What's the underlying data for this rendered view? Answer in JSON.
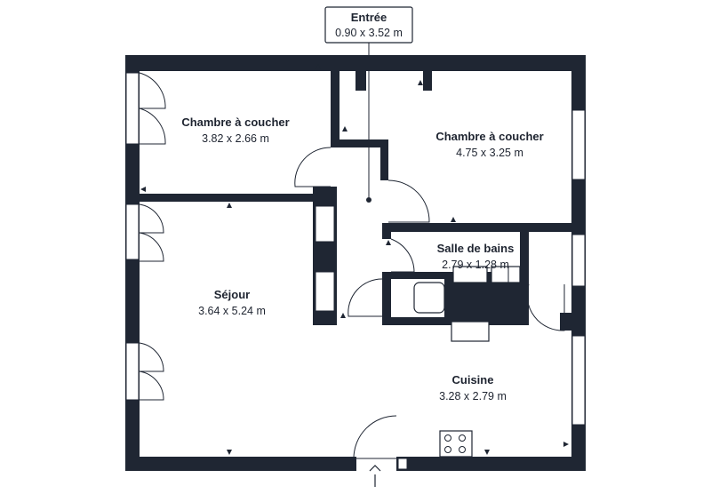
{
  "plan": {
    "rooms": [
      {
        "id": "entree",
        "name": "Entrée",
        "dims": "0.90 x 3.52 m"
      },
      {
        "id": "chambre-1",
        "name": "Chambre à coucher",
        "dims": "3.82 x 2.66 m"
      },
      {
        "id": "chambre-2",
        "name": "Chambre à coucher",
        "dims": "4.75 x 3.25 m"
      },
      {
        "id": "salle-de-bains",
        "name": "Salle de bains",
        "dims": "2.79 x 1.28 m"
      },
      {
        "id": "sejour",
        "name": "Séjour",
        "dims": "3.64 x 5.24 m"
      },
      {
        "id": "cuisine",
        "name": "Cuisine",
        "dims": "3.28 x 2.79 m"
      }
    ],
    "colors": {
      "wall": "#1f2633",
      "background": "#ffffff"
    }
  }
}
